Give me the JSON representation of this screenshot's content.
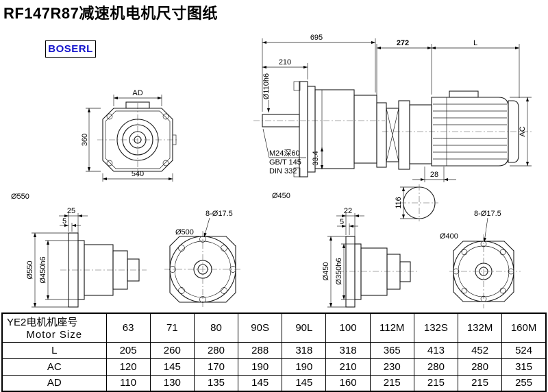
{
  "title": "RF147R87减速机电机尺寸图纸",
  "brand": "BOSERL",
  "drawing": {
    "front_view": {
      "ad": "AD",
      "h360": "360",
      "w540": "540",
      "d550": "Ø550"
    },
    "side_view": {
      "len695": "695",
      "len210": "210",
      "shaft_dia": "Ø110h6",
      "thread_note": "M24深60",
      "std_note1": "GB/T 145",
      "std_note2": "DIN 332",
      "k334": "33.4",
      "d450": "Ø450"
    },
    "motor_view": {
      "len272": "272",
      "len_l": "L",
      "ac": "AC",
      "k28": "28",
      "k116": "116"
    },
    "flange1_side": {
      "t25": "25",
      "t5": "5",
      "d550": "Ø550",
      "d450h6": "Ø450h6"
    },
    "flange1_front": {
      "d500": "Ø500",
      "holes": "8-Ø17.5"
    },
    "flange2_side": {
      "t22": "22",
      "t5": "5",
      "d450": "Ø450",
      "d350h6": "Ø350h6"
    },
    "flange2_front": {
      "d400": "Ø400",
      "holes": "8-Ø17.5"
    }
  },
  "table": {
    "header": {
      "label_line1": "YE2电机机座号",
      "label_line2": "Motor Size",
      "sizes": [
        "63",
        "71",
        "80",
        "90S",
        "90L",
        "100",
        "112M",
        "132S",
        "132M",
        "160M"
      ]
    },
    "rows": [
      {
        "label": "L",
        "values": [
          "205",
          "260",
          "280",
          "288",
          "318",
          "318",
          "365",
          "413",
          "452",
          "524"
        ]
      },
      {
        "label": "AC",
        "values": [
          "120",
          "145",
          "170",
          "190",
          "190",
          "210",
          "230",
          "280",
          "280",
          "315"
        ]
      },
      {
        "label": "AD",
        "values": [
          "110",
          "130",
          "135",
          "145",
          "145",
          "160",
          "215",
          "215",
          "215",
          "255"
        ]
      }
    ]
  }
}
